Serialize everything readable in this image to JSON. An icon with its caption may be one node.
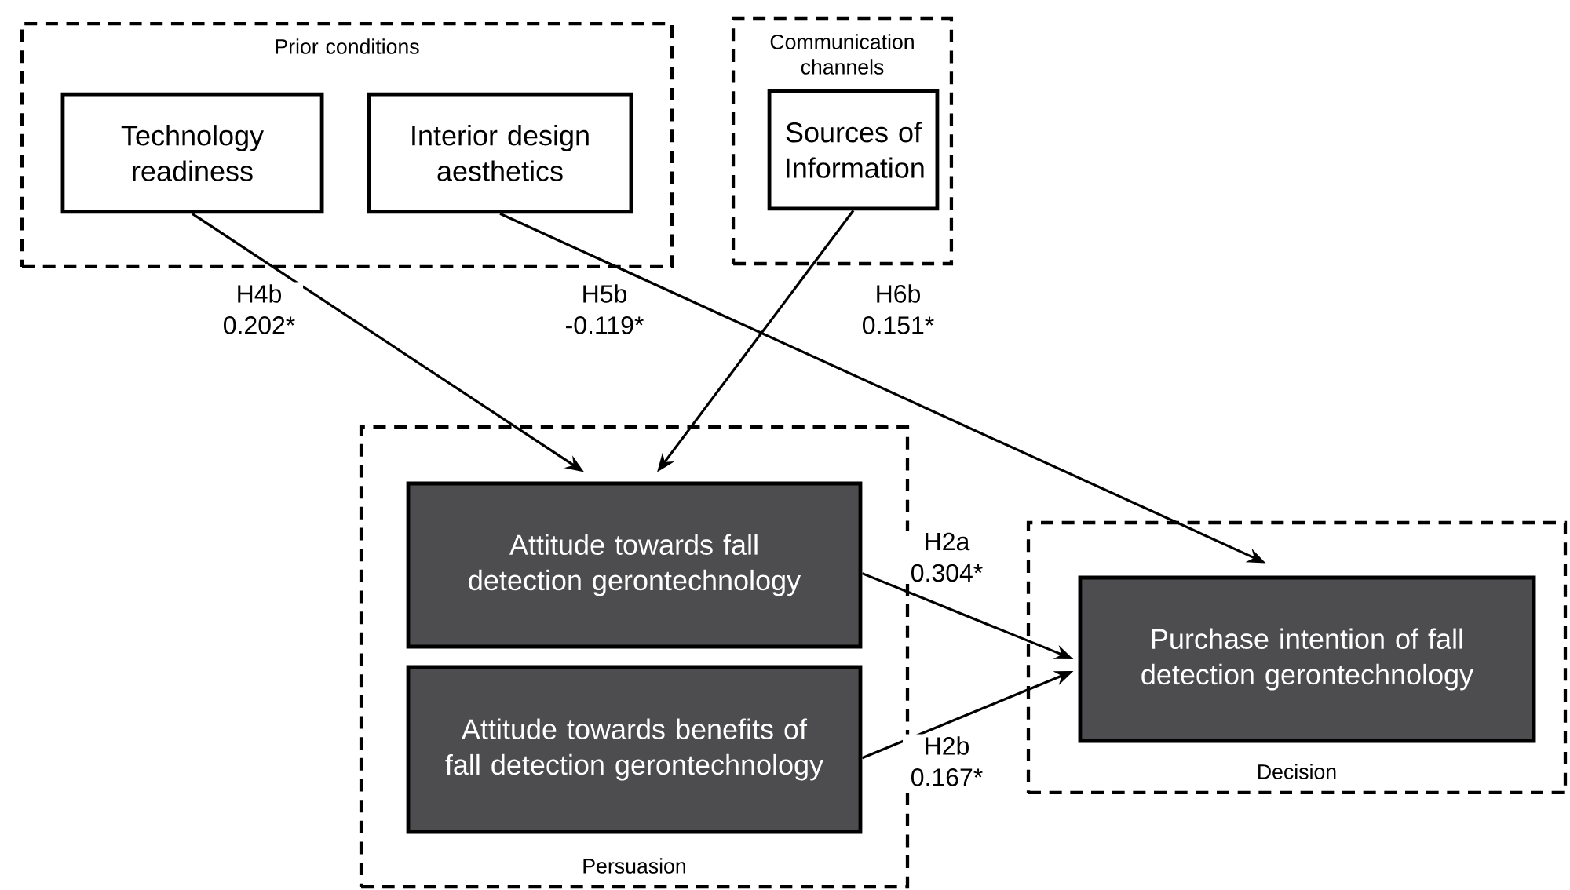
{
  "diagram": {
    "nodes": [
      {
        "text": [
          "Prior conditions"
        ]
      },
      {
        "text": [
          "Technology readiness"
        ],
        "in": 0
      },
      {
        "text": [
          "Interior design aesthetics"
        ],
        "in": 0
      },
      {
        "text": [
          "Communication channels"
        ]
      },
      {
        "text": [
          "Sources of Information"
        ],
        "in": 3
      },
      {
        "text": [
          "Persuasion"
        ]
      },
      {
        "text": [
          "Attitude towards fall detection gerontechnology"
        ],
        "in": 5
      },
      {
        "text": [
          "Attitude towards benefits of fall detection gerontechnology"
        ],
        "in": 5
      },
      {
        "text": [
          "Decision"
        ]
      },
      {
        "text": [
          "Purchase intention of fall detection gerontechnology"
        ],
        "in": 8
      }
    ],
    "edges": [
      {
        "from": 1,
        "to": 6,
        "arrow": "to",
        "label": "H4b 0.202*"
      },
      {
        "from": 2,
        "to": 9,
        "arrow": "to",
        "label": "H5b -0.119*"
      },
      {
        "from": 4,
        "to": 6,
        "arrow": "to",
        "label": "H6b 0.151*"
      },
      {
        "from": 6,
        "to": 9,
        "arrow": "to",
        "label": "H2a 0.304*"
      },
      {
        "from": 7,
        "to": 9,
        "arrow": "to",
        "label": "H2b 0.167*"
      }
    ]
  }
}
